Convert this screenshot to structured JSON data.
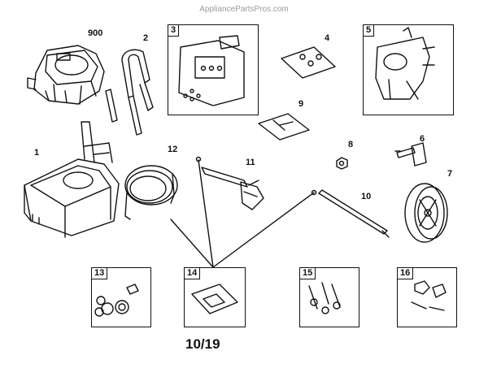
{
  "watermark": "AppliancePartsPros.com",
  "page_number": "10/19",
  "callouts": [
    "900",
    "2",
    "1",
    "12",
    "11",
    "10",
    "8",
    "6",
    "7",
    "9",
    "4"
  ],
  "boxed_callouts": [
    "3",
    "5",
    "13",
    "14",
    "15",
    "16"
  ]
}
